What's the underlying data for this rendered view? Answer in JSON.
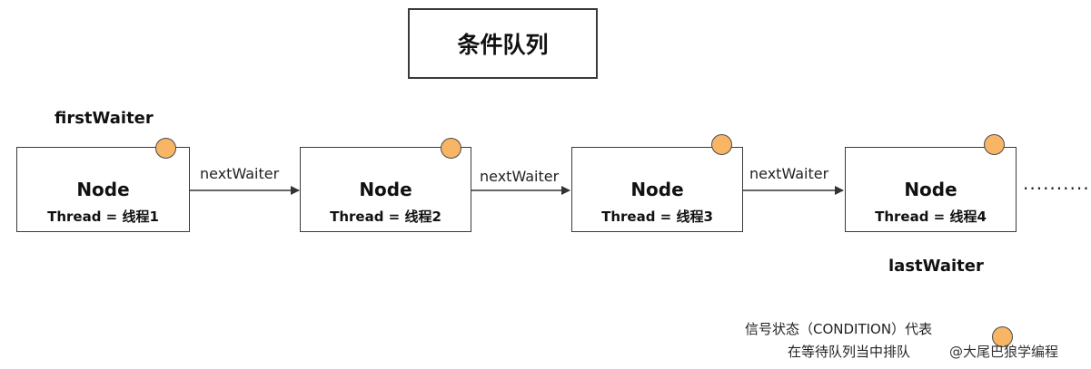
{
  "title": "条件队列",
  "first_waiter_label": "firstWaiter",
  "last_waiter_label": "lastWaiter",
  "nodes": [
    {
      "title": "Node",
      "thread": "Thread = 线程1"
    },
    {
      "title": "Node",
      "thread": "Thread = 线程2"
    },
    {
      "title": "Node",
      "thread": "Thread = 线程3"
    },
    {
      "title": "Node",
      "thread": "Thread = 线程4"
    }
  ],
  "edges": [
    {
      "label": "nextWaiter"
    },
    {
      "label": "nextWaiter"
    },
    {
      "label": "nextWaiter"
    }
  ],
  "ellipsis": "...........",
  "legend": {
    "line1": "信号状态（CONDITION）代表",
    "line2": "在等待队列当中排队",
    "dot_color": "#f7b565"
  },
  "watermark": "@大尾巴狼学编程"
}
